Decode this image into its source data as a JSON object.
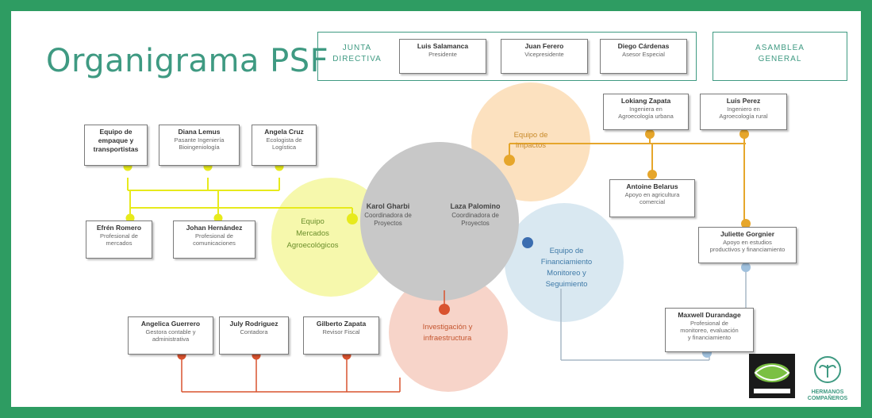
{
  "title": "Organigrama PSF",
  "junta": {
    "label": "JUNTA\nDIRECTIVA",
    "members": [
      {
        "name": "Luis Salamanca",
        "role": "Presidente"
      },
      {
        "name": "Juan Ferero",
        "role": "Vicepresidente"
      },
      {
        "name": "Diego Cárdenas",
        "role": "Asesor Especial"
      }
    ]
  },
  "asamblea": "ASAMBLEA\nGENERAL",
  "circles": {
    "mercados": "Equipo\nMercados\nAgroecológicos",
    "coord": [
      {
        "name": "Karol Gharbi",
        "role": "Coordinadora de\nProyectos"
      },
      {
        "name": "Laza Palomino",
        "role": "Coordinadora de\nProyectos"
      }
    ],
    "impactos": "Equipo de\nimpactos",
    "financiamiento": "Equipo de\nFinanciamiento\nMonitoreo y\nSeguimiento",
    "investigacion": "Investigación y\ninfraestructura"
  },
  "left_top": [
    {
      "name": "Equipo de\nempaque y\ntransportistas",
      "role": ""
    },
    {
      "name": "Diana Lemus",
      "role": "Pasante Ingeniería\nBioingeniología"
    },
    {
      "name": "Angela Cruz",
      "role": "Ecologista de\nLogística"
    }
  ],
  "left_bottom": [
    {
      "name": "Efrén Romero",
      "role": "Profesional de\nmercados"
    },
    {
      "name": "Johan Hernández",
      "role": "Profesional de\ncomunicaciones"
    }
  ],
  "bottom": [
    {
      "name": "Angelica Guerrero",
      "role": "Gestora contable y\nadministrativa"
    },
    {
      "name": "July Rodriguez",
      "role": "Contadora"
    },
    {
      "name": "Gilberto Zapata",
      "role": "Revisor Fiscal"
    }
  ],
  "right": [
    {
      "name": "Lokiang Zapata",
      "role": "Ingeniera en\nAgroecología urbana"
    },
    {
      "name": "Luis Perez",
      "role": "Ingeniero en\nAgroecología rural"
    },
    {
      "name": "Antoine Belarus",
      "role": "Apoyo en agricultura\ncomercial"
    },
    {
      "name": "Juliette Gorgnier",
      "role": "Apoyo en estudios\nproductivos y financiamiento"
    },
    {
      "name": "Maxwell Durandage",
      "role": "Profesional de\nmonitoreo, evaluación\ny financiamiento"
    }
  ],
  "logos": {
    "left": "",
    "right": "HERMANOS\nCOMPAÑEROS"
  },
  "colors": {
    "brand_green": "#2e9c62",
    "teal": "#3f9a82",
    "yellow": "#f3f590",
    "peach": "#fbdcb4",
    "grey": "#c8c8c8",
    "blue": "#d5e6ef",
    "salmon": "#f6cdbf",
    "yellow_dot": "#e7ea1c",
    "orange_dot": "#e6a62b",
    "red_dot": "#d9532f",
    "blue_dot": "#3b6db0"
  }
}
